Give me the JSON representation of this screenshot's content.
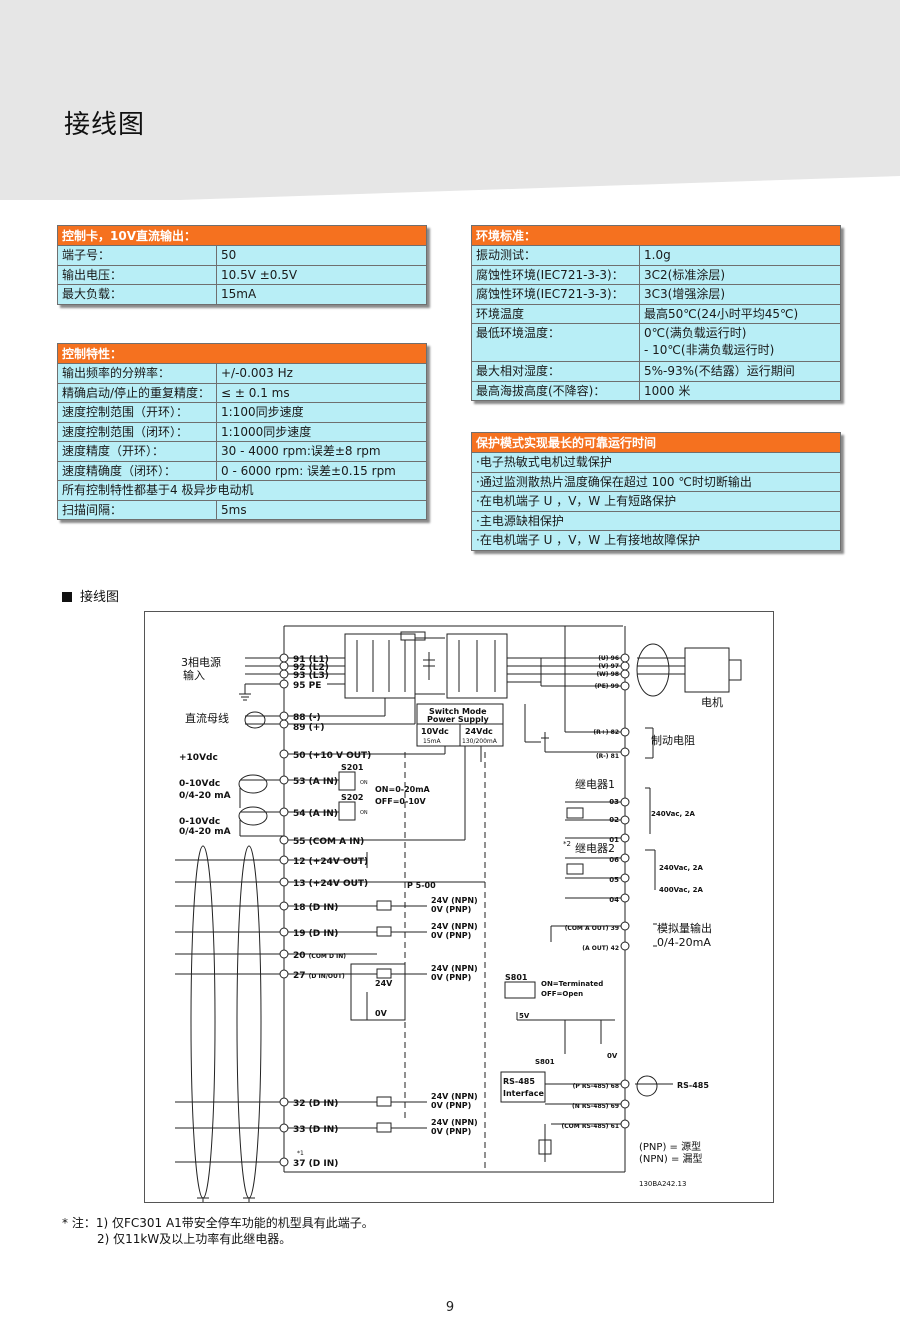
{
  "page": {
    "title": "接线图",
    "page_number": "9"
  },
  "control_card": {
    "title": "控制卡，10V直流输出：",
    "rows": [
      {
        "label": "端子号：",
        "value": "50"
      },
      {
        "label": "输出电压：",
        "value": "10.5V ±0.5V"
      },
      {
        "label": "最大负载：",
        "value": "15mA"
      }
    ]
  },
  "control_characteristics": {
    "title": "控制特性：",
    "rows": [
      {
        "label": "输出频率的分辨率：",
        "value": "+/-0.003 Hz"
      },
      {
        "label": "精确启动/停止的重复精度：",
        "value": "≤ ± 0.1 ms"
      },
      {
        "label": "速度控制范围（开环）：",
        "value": "1:100同步速度"
      },
      {
        "label": "速度控制范围（闭环）：",
        "value": "1:1000同步速度"
      },
      {
        "label": "速度精度（开环）：",
        "value": "30 - 4000 rpm:误差±8 rpm"
      },
      {
        "label": "速度精确度（闭环）：",
        "value": "0 - 6000 rpm: 误差±0.15 rpm"
      }
    ],
    "note": "所有控制特性都基于4 极异步电动机",
    "scan": {
      "label": "扫描间隔：",
      "value": "5ms"
    }
  },
  "environment": {
    "title": "环境标准：",
    "rows": [
      {
        "label": "振动测试：",
        "value": "1.0g"
      },
      {
        "label": "腐蚀性环境(IEC721-3-3)：",
        "value": "3C2(标准涂层)"
      },
      {
        "label": "腐蚀性环境(IEC721-3-3)：",
        "value": "3C3(增强涂层)"
      },
      {
        "label": "环境温度",
        "value": "最高50℃(24小时平均45℃)"
      }
    ],
    "min_temp": {
      "label": "最低环境温度：",
      "value1": "0℃(满负载运行时)",
      "value2": "- 10℃(非满负载运行时)"
    },
    "rows2": [
      {
        "label": "最大相对湿度：",
        "value": "5%-93%(不结露）运行期间"
      },
      {
        "label": "最高海拔高度(不降容)：",
        "value": "1000 米"
      }
    ]
  },
  "protection": {
    "title": "保护模式实现最长的可靠运行时间",
    "items": [
      "·电子热敏式电机过载保护",
      "·通过监测散热片温度确保在超过 100 ℃时切断输出",
      "·在电机端子 U ，V，W 上有短路保护",
      "·主电源缺相保护",
      "·在电机端子 U ，V，W 上有接地故障保护"
    ]
  },
  "diagram": {
    "heading": "接线图",
    "labels": {
      "mains_input_1": "3相电源",
      "mains_input_2": "输入",
      "dc_bus": "直流母线",
      "plus10": "+10Vdc",
      "ain_range_1a": "0-10Vdc",
      "ain_range_1b": "0/4-20 mA",
      "ain_range_2a": "0-10Vdc",
      "ain_range_2b": "0/4-20 mA",
      "smps_1": "Switch Mode",
      "smps_2": "Power Supply",
      "smps_v1": "10Vdc",
      "smps_i1": "15mA",
      "smps_v2": "24Vdc",
      "smps_i2": "130/200mA",
      "on_mode": "ON=0-20mA",
      "off_mode": "OFF=0-10V",
      "s201": "S201",
      "s202": "S202",
      "on_label": "ON",
      "p500": "P 5-00",
      "motor": "电机",
      "brake": "制动电阻",
      "relay1": "继电器1",
      "relay2": "继电器2",
      "relay2_mark": "*2",
      "r1_rating": "240Vac, 2A",
      "r2_rating1": "240Vac, 2A",
      "r2_rating2": "400Vac, 2A",
      "analog_out_1": "模拟量输出",
      "analog_out_2": "0/4-20mA",
      "s801": "S801",
      "s801_on": "ON=Terminated",
      "s801_off": "OFF=Open",
      "fivev": "5V",
      "zerov": "0V",
      "rs485_if_1": "RS-485",
      "rs485_if_2": "Interface",
      "rs485": "RS-485",
      "pnp_legend": "(PNP) = 源型",
      "npn_legend": "(NPN) = 漏型",
      "drawing_no": "130BA242.13",
      "v24_int": "24V",
      "v0_int": "0V",
      "relay_no_01": "01",
      "relay_no_02": "02",
      "relay_no_03": "03",
      "relay_no_04": "04",
      "relay_no_05": "05",
      "relay_no_06": "06"
    },
    "left_terminals": [
      {
        "num": "91",
        "name": "(L1)"
      },
      {
        "num": "92",
        "name": "(L2)"
      },
      {
        "num": "93",
        "name": "(L3)"
      },
      {
        "num": "95",
        "name": "PE"
      },
      {
        "num": "88",
        "name": "(-)"
      },
      {
        "num": "89",
        "name": "(+)"
      },
      {
        "num": "50",
        "name": "(+10 V OUT)"
      },
      {
        "num": "53",
        "name": "(A IN)"
      },
      {
        "num": "54",
        "name": "(A IN)"
      },
      {
        "num": "55",
        "name": "(COM A IN)"
      },
      {
        "num": "12",
        "name": "(+24V OUT)"
      },
      {
        "num": "13",
        "name": "(+24V OUT)"
      },
      {
        "num": "18",
        "name": "(D IN)"
      },
      {
        "num": "19",
        "name": "(D IN)"
      },
      {
        "num": "20",
        "name": "(COM D IN)"
      },
      {
        "num": "27",
        "name": "(D IN/OUT)"
      },
      {
        "num": "32",
        "name": "(D IN)"
      },
      {
        "num": "33",
        "name": "(D IN)"
      },
      {
        "num": "37",
        "name": "(D IN)"
      }
    ],
    "t37_mark": "*1",
    "npn_pnp": {
      "npn": "24V (NPN)",
      "pnp": "0V (PNP)"
    },
    "right_terminals": [
      {
        "name": "(U)",
        "num": "96"
      },
      {
        "name": "(V)",
        "num": "97"
      },
      {
        "name": "(W)",
        "num": "98"
      },
      {
        "name": "(PE)",
        "num": "99"
      },
      {
        "name": "(R+)",
        "num": "82"
      },
      {
        "name": "(R-)",
        "num": "81"
      },
      {
        "name": "(COM A OUT)",
        "num": "39"
      },
      {
        "name": "(A OUT)",
        "num": "42"
      },
      {
        "name": "(P RS-485)",
        "num": "68"
      },
      {
        "name": "(N RS-485)",
        "num": "69"
      },
      {
        "name": "(COM RS-485)",
        "num": "61"
      }
    ]
  },
  "notes": {
    "note1": "* 注：1) 仅FC301 A1带安全停车功能的机型具有此端子。",
    "note2": "2) 仅11kW及以上功率有此继电器。"
  }
}
